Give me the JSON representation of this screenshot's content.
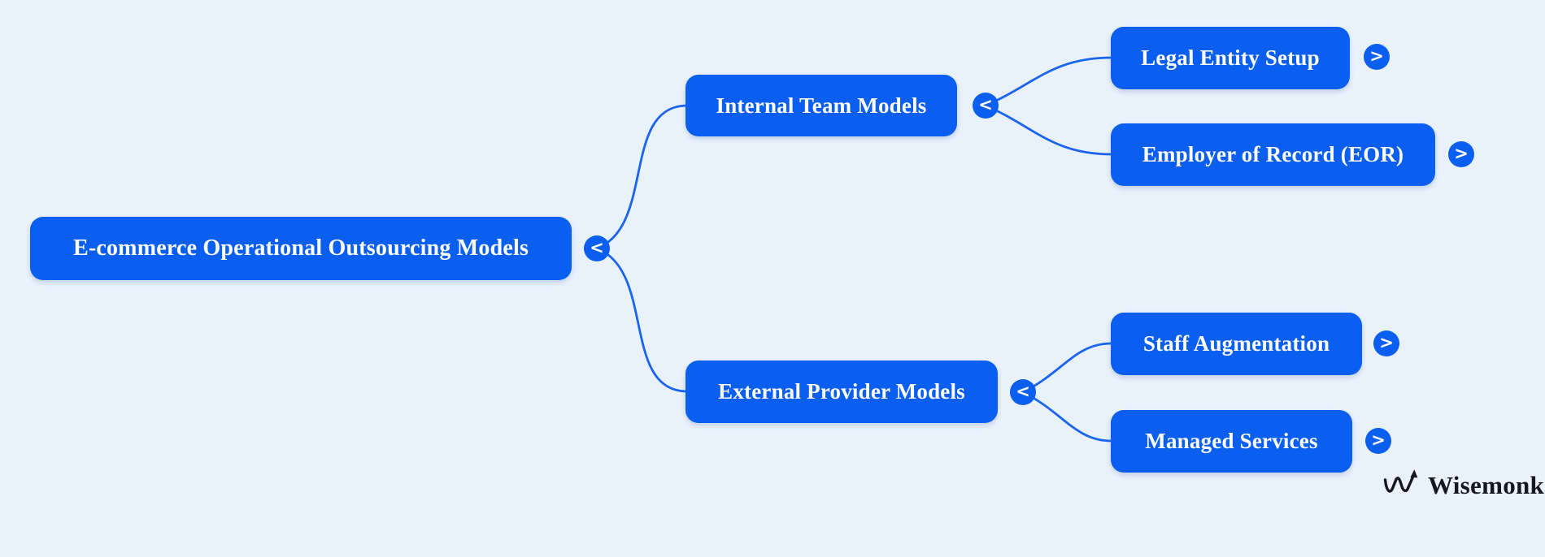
{
  "colors": {
    "canvas_bg": "#e9f1fb",
    "node_fill": "#0b5ff0",
    "node_text": "#ffffff",
    "connector": "#1b64f2",
    "toggle_fill": "#0b5ff0",
    "toggle_glyph": "#ffffff",
    "brand_color": "#15191f"
  },
  "mindmap": {
    "root": {
      "label": "E-commerce Operational Outsourcing Models",
      "toggle_glyph": "<"
    },
    "branches": [
      {
        "label": "Internal Team Models",
        "toggle_glyph": "<",
        "children": [
          {
            "label": "Legal Entity Setup",
            "toggle_glyph": ">"
          },
          {
            "label": "Employer of Record (EOR)",
            "toggle_glyph": ">"
          }
        ]
      },
      {
        "label": "External Provider Models",
        "toggle_glyph": "<",
        "children": [
          {
            "label": "Staff Augmentation",
            "toggle_glyph": ">"
          },
          {
            "label": "Managed Services",
            "toggle_glyph": ">"
          }
        ]
      }
    ]
  },
  "watermark": {
    "brand": "Wisemonk"
  }
}
